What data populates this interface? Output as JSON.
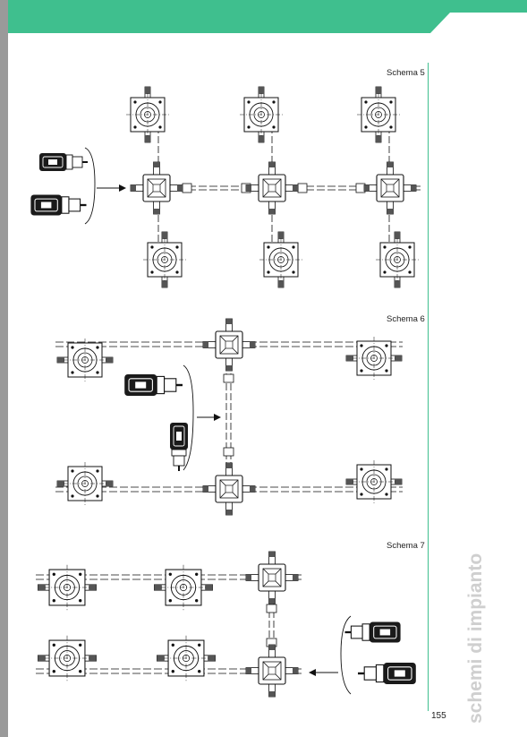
{
  "theme": {
    "accent": "#3fbf8e",
    "strip": "#9a9a9a"
  },
  "diagrams": [
    {
      "label": "Schema 5"
    },
    {
      "label": "Schema 6"
    },
    {
      "label": "Schema 7"
    }
  ],
  "page_number": "155",
  "section_title": "schemi di impianto"
}
